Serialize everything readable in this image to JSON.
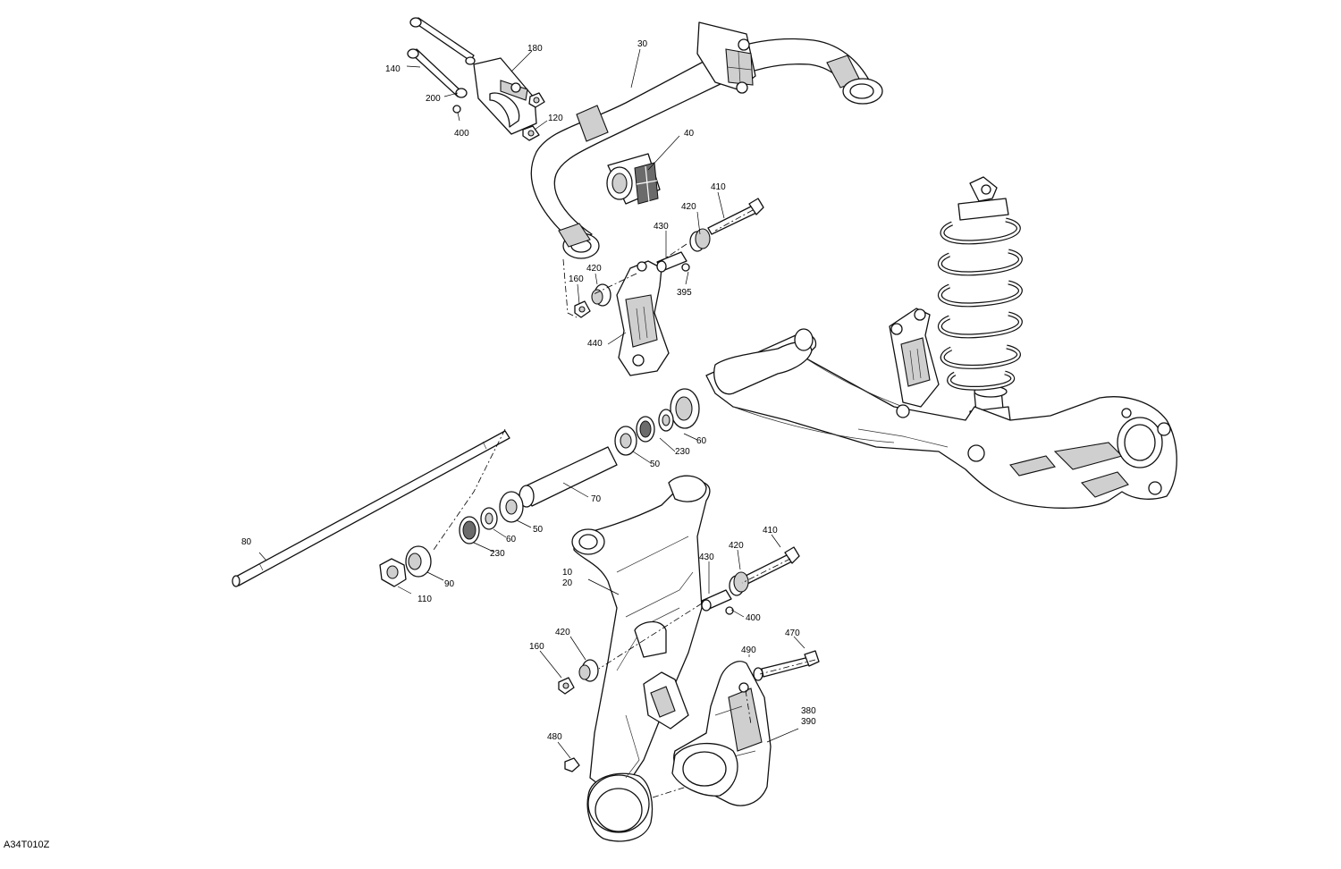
{
  "diagram_code": "A34T010Z",
  "callouts": {
    "c10": "10",
    "c20": "20",
    "c30": "30",
    "c40": "40",
    "c50a": "50",
    "c50b": "50",
    "c60a": "60",
    "c60b": "60",
    "c70": "70",
    "c80": "80",
    "c90": "90",
    "c110": "110",
    "c120": "120",
    "c140": "140",
    "c160a": "160",
    "c160b": "160",
    "c180": "180",
    "c200": "200",
    "c230a": "230",
    "c230b": "230",
    "c380": "380",
    "c390": "390",
    "c395": "395",
    "c400a": "400",
    "c400b": "400",
    "c410a": "410",
    "c410b": "410",
    "c420a": "420",
    "c420b": "420",
    "c420c": "420",
    "c420d": "420",
    "c430a": "430",
    "c430b": "430",
    "c440": "440",
    "c470": "470",
    "c480": "480",
    "c490": "490"
  }
}
